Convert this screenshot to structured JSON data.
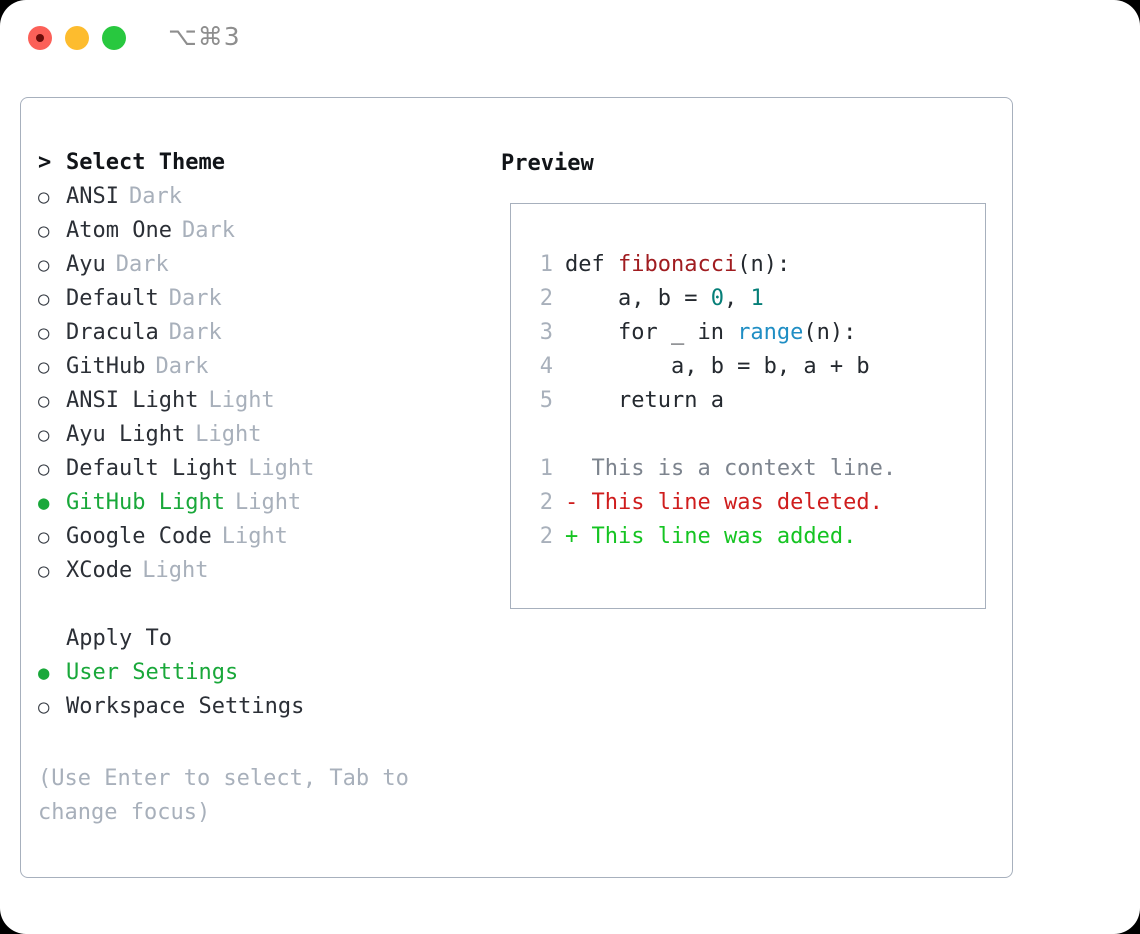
{
  "window": {
    "title": "⌥⌘3",
    "traffic_lights": [
      {
        "name": "close-button",
        "color": "#fc6058"
      },
      {
        "name": "minimize-button",
        "color": "#fdbc2e"
      },
      {
        "name": "maximize-button",
        "color": "#28c83f"
      }
    ]
  },
  "theme_section": {
    "header_marker": ">",
    "header_label": "Select Theme",
    "items": [
      {
        "marker": "○",
        "label": "ANSI",
        "variant": "Dark",
        "selected": false
      },
      {
        "marker": "○",
        "label": "Atom One",
        "variant": "Dark",
        "selected": false
      },
      {
        "marker": "○",
        "label": "Ayu",
        "variant": "Dark",
        "selected": false
      },
      {
        "marker": "○",
        "label": "Default",
        "variant": "Dark",
        "selected": false
      },
      {
        "marker": "○",
        "label": "Dracula",
        "variant": "Dark",
        "selected": false
      },
      {
        "marker": "○",
        "label": "GitHub",
        "variant": "Dark",
        "selected": false
      },
      {
        "marker": "○",
        "label": "ANSI Light",
        "variant": "Light",
        "selected": false
      },
      {
        "marker": "○",
        "label": "Ayu Light",
        "variant": "Light",
        "selected": false
      },
      {
        "marker": "○",
        "label": "Default Light",
        "variant": "Light",
        "selected": false
      },
      {
        "marker": "●",
        "label": "GitHub Light",
        "variant": "Light",
        "selected": true
      },
      {
        "marker": "○",
        "label": "Google Code",
        "variant": "Light",
        "selected": false
      },
      {
        "marker": "○",
        "label": "XCode",
        "variant": "Light",
        "selected": false
      }
    ]
  },
  "apply_to_section": {
    "header_label": "Apply To",
    "items": [
      {
        "marker": "●",
        "label": "User Settings",
        "selected": true
      },
      {
        "marker": "○",
        "label": "Workspace Settings",
        "selected": false
      }
    ]
  },
  "hint": "(Use Enter to select, Tab to change focus)",
  "preview": {
    "title": "Preview",
    "code_lines": [
      {
        "no": "1",
        "tokens": [
          {
            "t": "def ",
            "c": "plain"
          },
          {
            "t": "fibonacci",
            "c": "fn"
          },
          {
            "t": "(n):",
            "c": "plain"
          }
        ]
      },
      {
        "no": "2",
        "tokens": [
          {
            "t": "    a, b = ",
            "c": "plain"
          },
          {
            "t": "0",
            "c": "num"
          },
          {
            "t": ", ",
            "c": "plain"
          },
          {
            "t": "1",
            "c": "num"
          }
        ]
      },
      {
        "no": "3",
        "tokens": [
          {
            "t": "    for _ in ",
            "c": "plain"
          },
          {
            "t": "range",
            "c": "built"
          },
          {
            "t": "(n):",
            "c": "plain"
          }
        ]
      },
      {
        "no": "4",
        "tokens": [
          {
            "t": "        a, b = b, a + b",
            "c": "plain"
          }
        ]
      },
      {
        "no": "5",
        "tokens": [
          {
            "t": "    return a",
            "c": "plain"
          }
        ]
      }
    ],
    "diff_lines": [
      {
        "no": "1",
        "sign": "  ",
        "text": "This is a context line.",
        "kind": "ctx"
      },
      {
        "no": "2",
        "sign": "- ",
        "text": "This line was deleted.",
        "kind": "del"
      },
      {
        "no": "2",
        "sign": "+ ",
        "text": "This line was added.",
        "kind": "add"
      }
    ]
  },
  "colors": {
    "accent_green": "#19a83a",
    "muted": "#a8b0bb",
    "border": "#a7b0bd",
    "code_fn": "#a01c20",
    "code_num": "#067f78",
    "code_builtin": "#1f8ec4",
    "diff_add": "#15c422",
    "diff_del": "#cf1d1d"
  }
}
